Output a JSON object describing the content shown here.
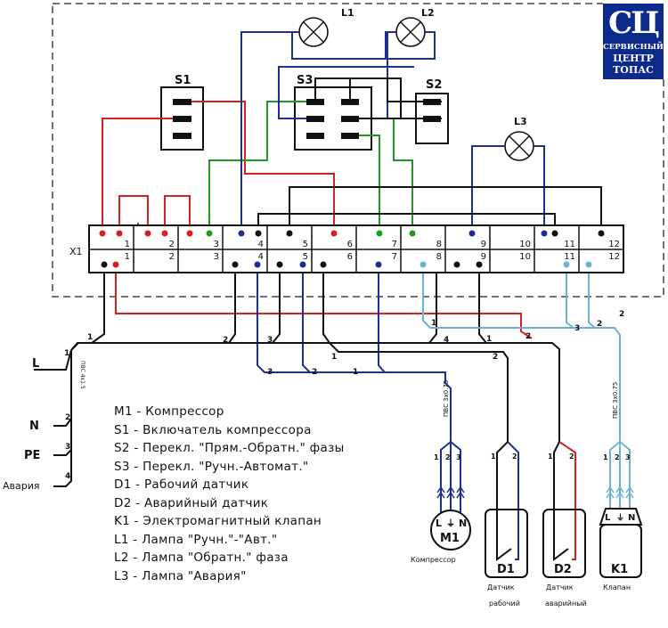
{
  "logo": {
    "mark": "СЦ",
    "line1": "СЕРВИСНЫЙ",
    "line2": "ЦЕНТР",
    "line3": "ТОПАС",
    "bg": "#0b2a8c"
  },
  "colors": {
    "red": "#d42020",
    "blue": "#1e2f8f",
    "green": "#1f9a1f",
    "light_blue": "#6ab3d0",
    "black": "#111111"
  },
  "components": {
    "s1": "S1",
    "s2": "S2",
    "s3": "S3",
    "l1": "L1",
    "l2": "L2",
    "l3": "L3",
    "x1": "X1",
    "m1": "M1",
    "d1": "D1",
    "d2": "D2",
    "k1": "K1"
  },
  "terminal_numbers": [
    "1",
    "2",
    "3",
    "4",
    "5",
    "6",
    "7",
    "8",
    "9",
    "10",
    "11",
    "12"
  ],
  "supply": {
    "l": "L",
    "n": "N",
    "pe": "PE",
    "alarm": "Авария",
    "cable": "ПВС 4х1.5"
  },
  "cable_labels": {
    "m1_cable": "ПВС 3х0.75",
    "k1_cable": "ПВС 3х0.75"
  },
  "wire_numbers": {
    "one": "1",
    "two": "2",
    "three": "3",
    "four": "4"
  },
  "device_pins": {
    "l": "L",
    "n": "N",
    "ground": "⏚"
  },
  "captions": {
    "m1": "Компрессор",
    "d1_line1": "Датчик",
    "d1_line2": "рабочий",
    "d2_line1": "Датчик",
    "d2_line2": "аварийный",
    "k1": "Клапан"
  },
  "legend": [
    "M1 - Компрессор",
    "S1 - Включатель компрессора",
    "S2 - Перекл. \"Прям.-Обратн.\" фазы",
    "S3 - Перекл. \"Ручн.-Автомат.\"",
    "D1 - Рабочий датчик",
    "D2 - Аварийный датчик",
    "K1 - Электромагнитный клапан",
    "L1 - Лампа \"Ручн.\"-\"Авт.\"",
    "L2 - Лампа \"Обратн.\" фаза",
    "L3 - Лампа \"Авария\""
  ]
}
